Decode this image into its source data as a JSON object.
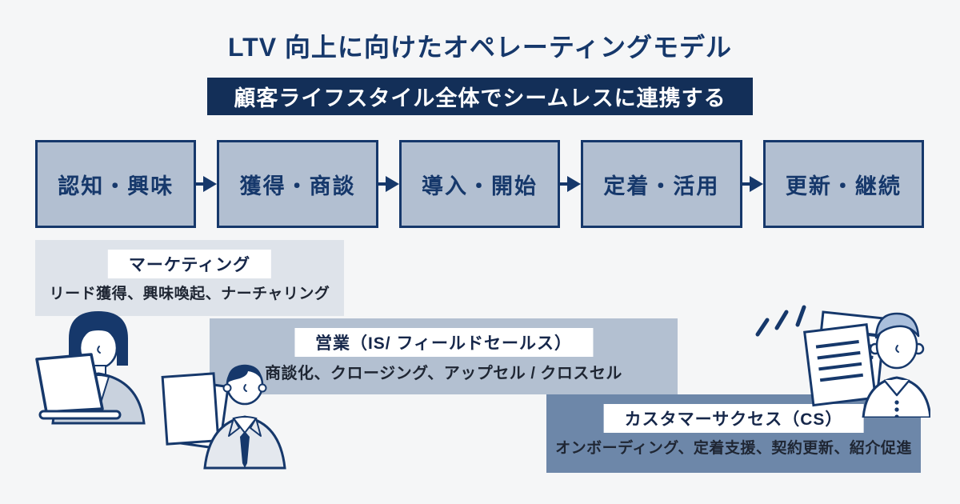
{
  "title": "LTV 向上に向けたオペレーティングモデル",
  "banner": {
    "text": "顧客ライフスタイル全体でシームレスに連携する"
  },
  "stages": [
    {
      "label": "認知・興味"
    },
    {
      "label": "獲得・商談"
    },
    {
      "label": "導入・開始"
    },
    {
      "label": "定着・活用"
    },
    {
      "label": "更新・継続"
    }
  ],
  "lanes": [
    {
      "name": "marketing",
      "label": "マーケティング",
      "description": "リード獲得、興味喚起、ナーチャリング"
    },
    {
      "name": "sales",
      "label": "営業（IS/ フィールドセールス）",
      "description": "商談化、クロージング、アップセル / クロスセル"
    },
    {
      "name": "customer-success",
      "label": "カスタマーサクセス（CS）",
      "description": "オンボーディング、定着支援、契約更新、紹介促進"
    }
  ],
  "illustrations": [
    {
      "name": "marketer-at-laptop"
    },
    {
      "name": "sales-rep-with-boards"
    },
    {
      "name": "cs-rep-with-documents"
    }
  ],
  "colors": {
    "navy": "#16386b",
    "banner_bg": "#132f58",
    "stage_fill": "#b2bfd1",
    "lane_marketing": "#dee3ea",
    "lane_sales": "#b3c0d1",
    "lane_cs": "#6d87a9",
    "background": "#f5f6f7",
    "text_dark": "#1f2633"
  }
}
